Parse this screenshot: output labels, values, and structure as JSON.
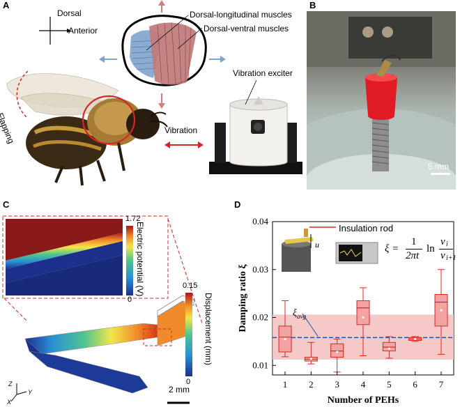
{
  "panels": {
    "A": "A",
    "B": "B",
    "C": "C",
    "D": "D"
  },
  "panelA": {
    "dorsal": "Dorsal",
    "anterior": "Anterior",
    "dorsal_longitudinal": "Dorsal-longitudinal muscles",
    "dorsal_ventral": "Dorsal-ventral muscles",
    "vibration_exciter": "Vibration exciter",
    "flapping": "Flapping",
    "vibration": "Vibration"
  },
  "panelB": {
    "scale": "5 mm"
  },
  "panelC": {
    "electric_potential_label": "Electric potential (V)",
    "ep_max": "1.72",
    "ep_min": "0",
    "displacement_label": "Displacement (mm)",
    "disp_max": "0.15",
    "disp_min": "0",
    "scale": "2 mm",
    "axes": {
      "z": "Z",
      "y": "Y",
      "x": "X"
    }
  },
  "panelD": {
    "inset_label": "Insulation rod",
    "inset_u": "u",
    "formula_lhs": "ξ =",
    "formula_frac_num": "1",
    "formula_frac_den": "2πt",
    "formula_ln": "ln",
    "formula_num": "v",
    "formula_num_sub": "i",
    "formula_den": "v",
    "formula_den_sub": "i+1",
    "xi_avg": "ξ",
    "xi_avg_sub": "avg"
  },
  "colors": {
    "red": "#d62728",
    "box_fill": "#f4a3a3",
    "band": "#f5c0c0",
    "mean_line": "#1f4fa0"
  },
  "chart_data": {
    "type": "box",
    "xlabel": "Number of PEHs",
    "ylabel": "Damping ratio ξ",
    "categories": [
      "1",
      "2",
      "3",
      "4",
      "5",
      "6",
      "7"
    ],
    "ylim": [
      0.008,
      0.04
    ],
    "yticks": [
      0.01,
      0.02,
      0.03,
      0.04
    ],
    "ytick_labels": [
      "0.01",
      "0.02",
      "0.03",
      "0.04"
    ],
    "mean_line": 0.0158,
    "band": [
      0.0112,
      0.0206
    ],
    "boxes": [
      {
        "min": 0.0118,
        "q1": 0.0128,
        "median": 0.0159,
        "q3": 0.0182,
        "max": 0.0235,
        "mean": 0.0155
      },
      {
        "min": 0.0103,
        "q1": 0.0109,
        "median": 0.0113,
        "q3": 0.0117,
        "max": 0.0148,
        "mean": 0.0114
      },
      {
        "min": 0.0086,
        "q1": 0.0117,
        "median": 0.013,
        "q3": 0.0145,
        "max": 0.0155,
        "mean": 0.0128
      },
      {
        "min": 0.012,
        "q1": 0.0185,
        "median": 0.022,
        "q3": 0.0235,
        "max": 0.0262,
        "mean": 0.02
      },
      {
        "min": 0.0115,
        "q1": 0.013,
        "median": 0.0138,
        "q3": 0.0148,
        "max": 0.016,
        "mean": 0.0135
      },
      {
        "min": 0.015,
        "q1": 0.0152,
        "median": 0.0155,
        "q3": 0.0158,
        "max": 0.016,
        "mean": 0.0155
      },
      {
        "min": 0.0123,
        "q1": 0.0182,
        "median": 0.0232,
        "q3": 0.0248,
        "max": 0.03,
        "mean": 0.0215
      }
    ]
  }
}
